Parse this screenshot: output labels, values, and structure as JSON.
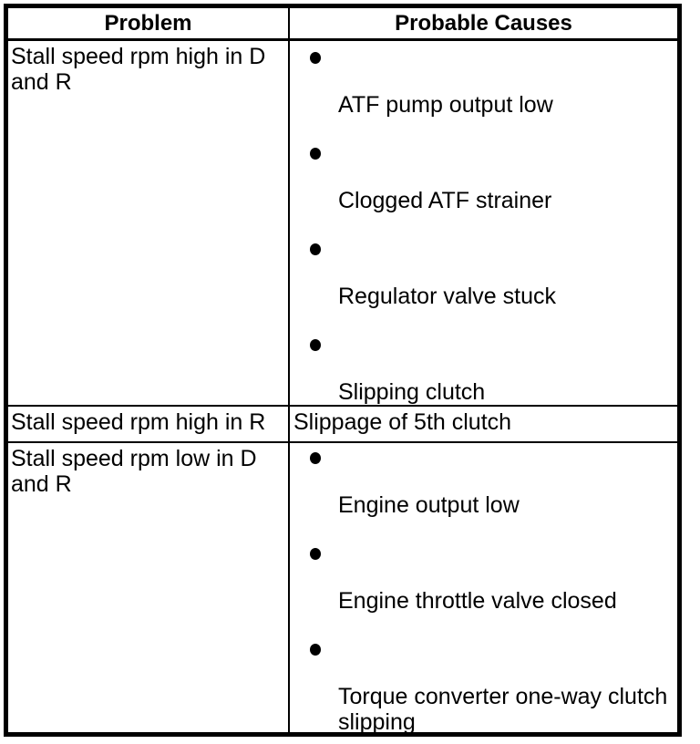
{
  "page": {
    "background": "#ffffff"
  },
  "table": {
    "headers": {
      "problem": "Problem",
      "causes": "Probable Causes"
    },
    "rows": [
      {
        "problem": "Stall speed rpm high in D and R",
        "causes": [
          "ATF pump output low",
          "Clogged ATF strainer",
          "Regulator valve stuck",
          "Slipping clutch"
        ]
      },
      {
        "problem": "Stall speed rpm high in R",
        "causes": [
          "Slippage of 5th clutch"
        ]
      },
      {
        "problem": "Stall speed rpm low in D and R",
        "causes": [
          "Engine output low",
          "Engine throttle valve closed",
          "Torque converter one-way clutch slipping"
        ]
      }
    ],
    "bullet_icon": "filled-circle",
    "colors": {
      "border": "#000000",
      "text": "#000000",
      "background": "#ffffff"
    }
  }
}
